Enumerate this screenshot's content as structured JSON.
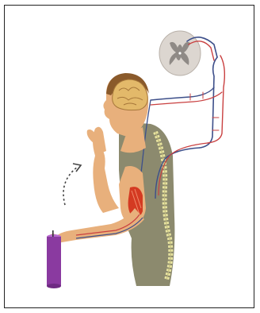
{
  "diagram": {
    "kind": "reflex-arc-illustration",
    "labels": [],
    "colors": {
      "frame": "#222222",
      "skin": "#e8b07c",
      "skin_shadow": "#c98f5e",
      "hair": "#8a5a2b",
      "brain": "#e3b96a",
      "shirt": "#8c8a6e",
      "spine": "#e8e4a0",
      "muscle": "#d43a22",
      "sensory_nerve": "#c94040",
      "motor_nerve": "#3d4f8a",
      "spinal_cord": "#dcd6d0",
      "grey_matter": "#8f8a86",
      "candle": "#8a3aa0",
      "motion_arrow": "#444444"
    },
    "icons": [
      "spinal-cord-cross-section",
      "brain",
      "candle",
      "motion-arrow"
    ]
  }
}
